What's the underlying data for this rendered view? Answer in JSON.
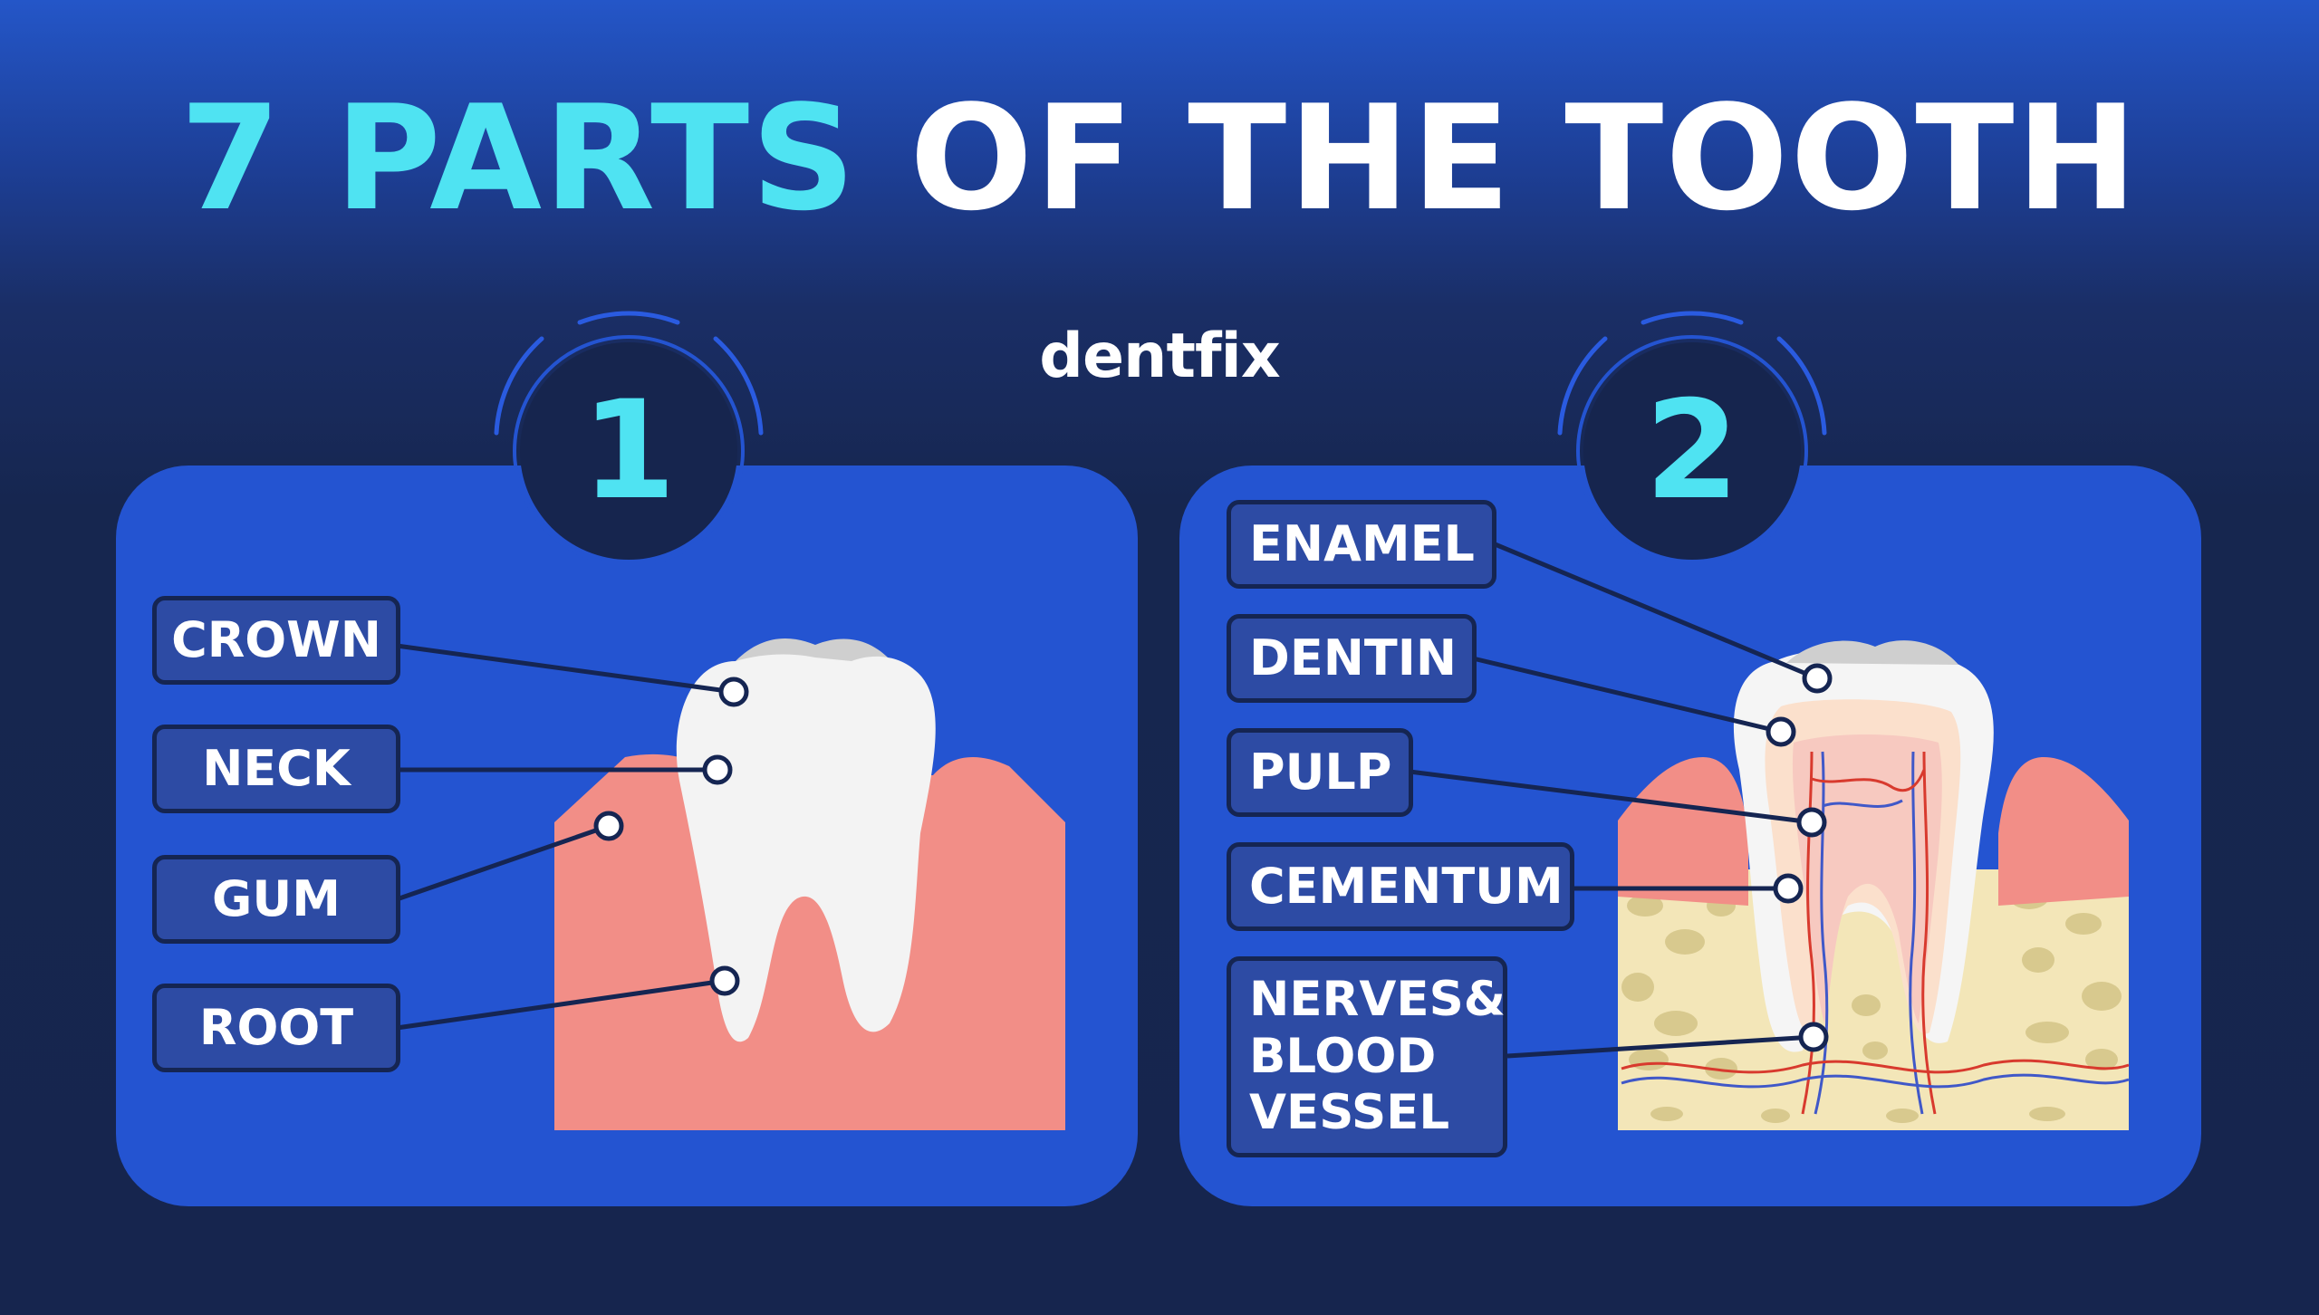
{
  "title": {
    "accent": "7 PARTS",
    "rest": "OF THE TOOTH"
  },
  "logo": "dentfix",
  "panels": [
    {
      "number": "1",
      "labels": [
        "CROWN",
        "NECK",
        "GUM",
        "ROOT"
      ]
    },
    {
      "number": "2",
      "labels": [
        "ENAMEL",
        "DENTIN",
        "PULP",
        "CEMENTUM"
      ],
      "multiline_label": [
        "NERVES&",
        "BLOOD",
        "VESSEL"
      ]
    }
  ],
  "colors": {
    "background": "#16254e",
    "panel": "#2454d1",
    "accent": "#4fe3f2",
    "label_fill": "#2d4ba4",
    "gum": "#f28e87",
    "tooth": "#f3f3f3",
    "bone": "#f3e6b8"
  }
}
